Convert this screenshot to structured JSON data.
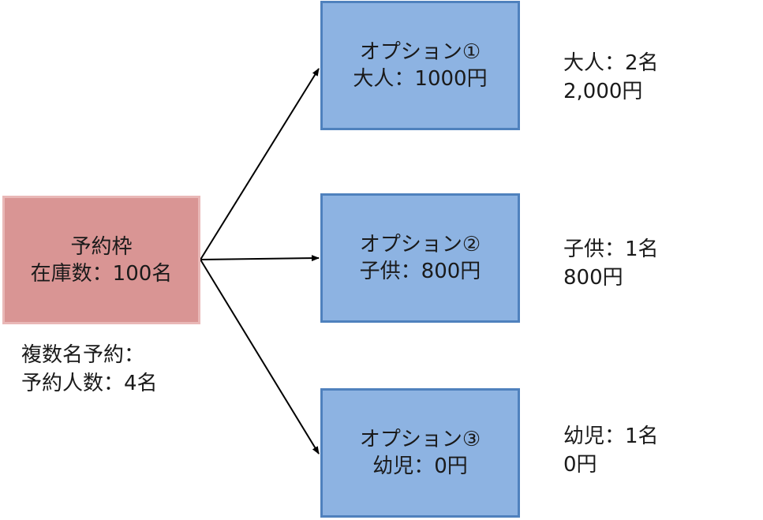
{
  "slot": {
    "line1": "予約枠",
    "line2": "在庫数：100名"
  },
  "group_booking": {
    "line1": "複数名予約：",
    "line2": "予約人数：4名"
  },
  "options": [
    {
      "title": "オプション①",
      "price": "大人：1000円"
    },
    {
      "title": "オプション②",
      "price": "子供：800円"
    },
    {
      "title": "オプション③",
      "price": "幼児：0円"
    }
  ],
  "results": [
    {
      "count": "大人：2名",
      "amount": "2,000円"
    },
    {
      "count": "子供：1名",
      "amount": "800円"
    },
    {
      "count": "幼児：1名",
      "amount": "0円"
    }
  ],
  "colors": {
    "slot_fill": "#d99594",
    "slot_border": "#e9b8b7",
    "option_fill": "#8db3e2",
    "option_border": "#4f81bd",
    "arrow": "#000000"
  }
}
